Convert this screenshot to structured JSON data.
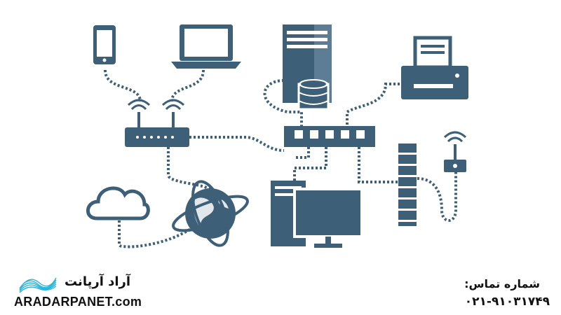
{
  "colors": {
    "device": "#3e5f78",
    "cable": "#3e5f78",
    "accent": "#2bb3d9",
    "text": "#111111"
  },
  "diagram": {
    "nodes": [
      {
        "id": "smartphone",
        "icon": "smartphone-icon"
      },
      {
        "id": "laptop",
        "icon": "laptop-icon"
      },
      {
        "id": "server",
        "icon": "server-tower-icon"
      },
      {
        "id": "database",
        "icon": "database-icon"
      },
      {
        "id": "printer",
        "icon": "printer-icon"
      },
      {
        "id": "wireless-router",
        "icon": "wifi-router-icon"
      },
      {
        "id": "network-switch",
        "icon": "network-switch-icon"
      },
      {
        "id": "firewall",
        "icon": "firewall-brick-icon"
      },
      {
        "id": "wireless-access-point",
        "icon": "access-point-icon"
      },
      {
        "id": "cloud",
        "icon": "cloud-icon"
      },
      {
        "id": "globe",
        "icon": "globe-internet-icon"
      },
      {
        "id": "desktop-computer",
        "icon": "desktop-pc-icon"
      }
    ]
  },
  "branding": {
    "name_fa": "آراد آرپانت",
    "url": "ARADARPANET.com"
  },
  "contact": {
    "label": "شماره تماس:",
    "phone": "۰۲۱-۹۱۰۳۱۷۴۹"
  }
}
